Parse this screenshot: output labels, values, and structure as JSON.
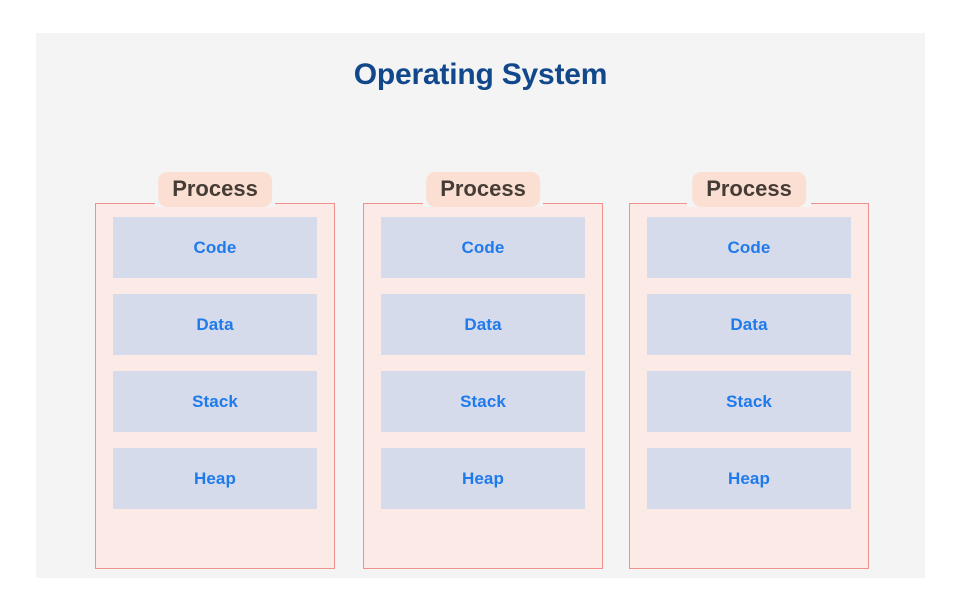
{
  "diagram": {
    "title": "Operating System",
    "title_color": "#11478b",
    "canvas_background": "#f4f4f4",
    "page_background": "#ffffff",
    "processes": [
      {
        "label": "Process",
        "segments": [
          {
            "label": "Code"
          },
          {
            "label": "Data"
          },
          {
            "label": "Stack"
          },
          {
            "label": "Heap"
          }
        ]
      },
      {
        "label": "Process",
        "segments": [
          {
            "label": "Code"
          },
          {
            "label": "Data"
          },
          {
            "label": "Stack"
          },
          {
            "label": "Heap"
          }
        ]
      },
      {
        "label": "Process",
        "segments": [
          {
            "label": "Code"
          },
          {
            "label": "Data"
          },
          {
            "label": "Stack"
          },
          {
            "label": "Heap"
          }
        ]
      }
    ],
    "colors": {
      "process_border": "#f0908f",
      "process_fill": "#fbeae5",
      "process_badge_fill": "#fbdfd3",
      "process_badge_text": "#463c36",
      "segment_fill": "#d6dbeb",
      "segment_text": "#1f7aeb"
    }
  }
}
